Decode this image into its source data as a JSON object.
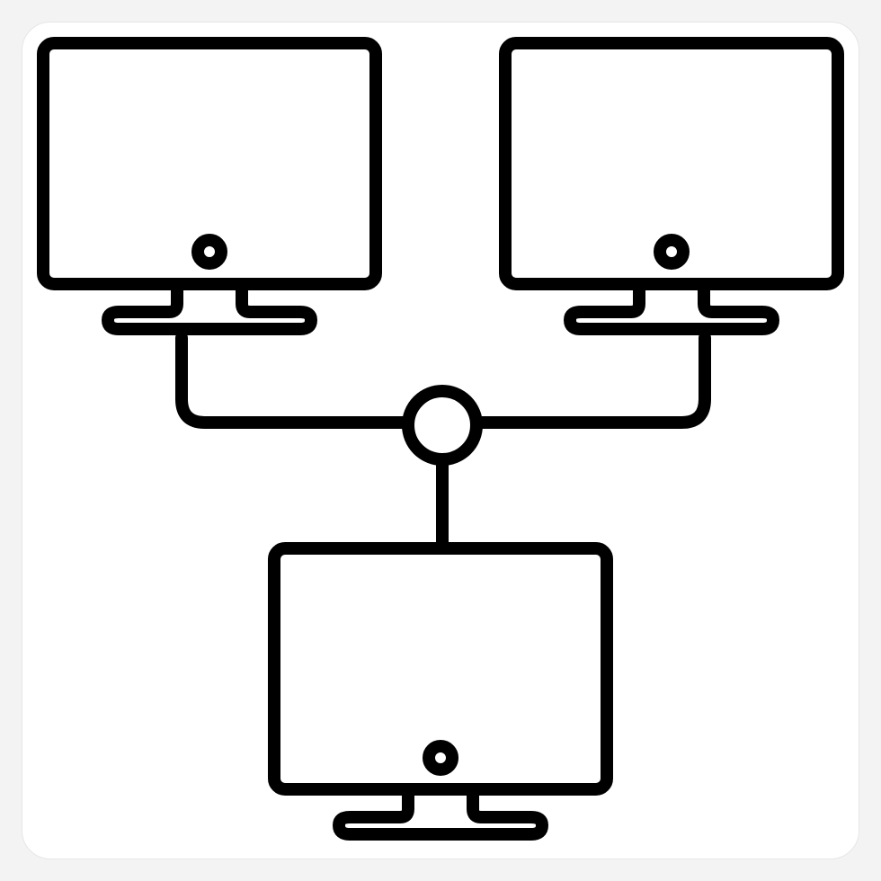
{
  "icon": {
    "name": "computer-network-icon",
    "stroke_color": "#000000",
    "background_color": "#ffffff",
    "nodes": [
      {
        "name": "monitor-icon-top-left"
      },
      {
        "name": "monitor-icon-top-right"
      },
      {
        "name": "monitor-icon-bottom"
      }
    ],
    "hub": {
      "name": "network-hub-icon"
    }
  }
}
